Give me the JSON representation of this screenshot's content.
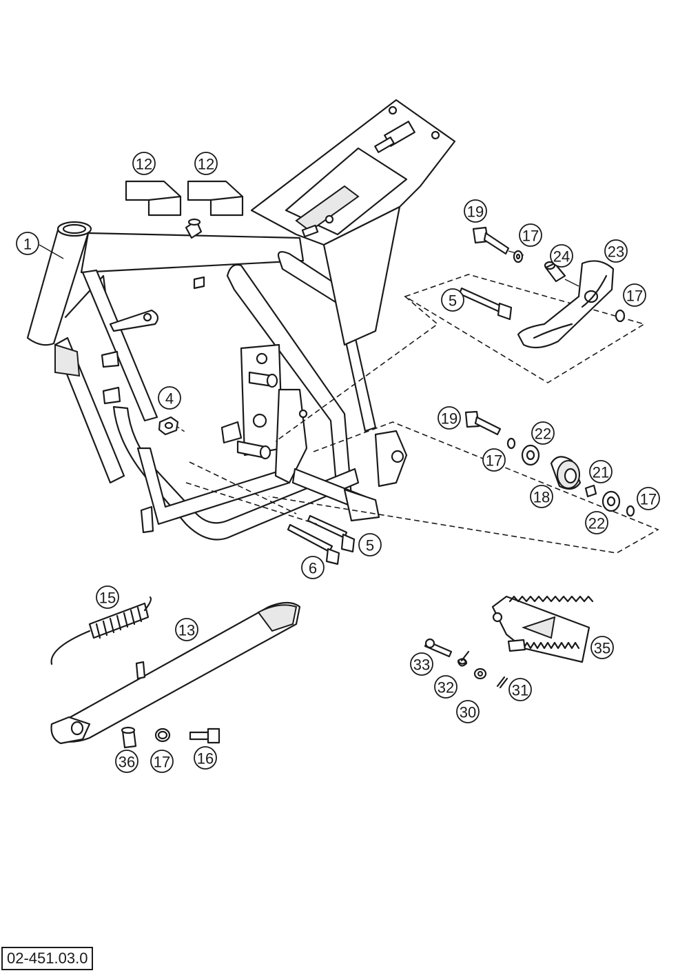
{
  "document": {
    "reference_number": "02-451.03.0"
  },
  "callouts": {
    "c1": "1",
    "c4": "4",
    "c5a": "5",
    "c5b": "5",
    "c6": "6",
    "c12a": "12",
    "c12b": "12",
    "c13": "13",
    "c15": "15",
    "c16": "16",
    "c17a": "17",
    "c17b": "17",
    "c17c": "17",
    "c17d": "17",
    "c17e": "17",
    "c18": "18",
    "c19a": "19",
    "c19b": "19",
    "c21": "21",
    "c22a": "22",
    "c22b": "22",
    "c23": "23",
    "c24": "24",
    "c30": "30",
    "c31": "31",
    "c32": "32",
    "c33": "33",
    "c35": "35",
    "c36": "36"
  }
}
